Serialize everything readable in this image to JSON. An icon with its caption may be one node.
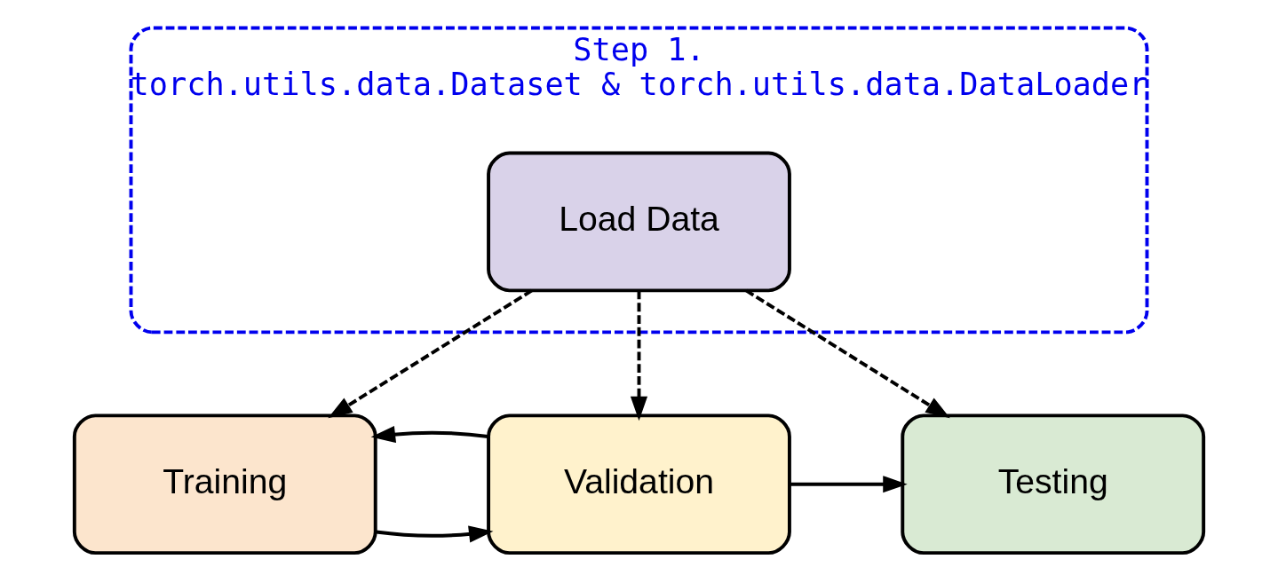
{
  "diagram": {
    "nodes": [
      {
        "text": [
          "Step 1.",
          "torch.utils.data.Dataset & torch.utils.data.DataLoader"
        ]
      },
      {
        "text": [
          "Load Data"
        ],
        "in": 0
      },
      {
        "text": [
          "Training"
        ]
      },
      {
        "text": [
          "Validation"
        ]
      },
      {
        "text": [
          "Testing"
        ]
      }
    ],
    "edges": [
      {
        "from": 1,
        "to": 2,
        "arrow": "to",
        "style": "dashed"
      },
      {
        "from": 1,
        "to": 3,
        "arrow": "to",
        "style": "dashed"
      },
      {
        "from": 1,
        "to": 4,
        "arrow": "to",
        "style": "dashed"
      },
      {
        "from": 2,
        "to": 3,
        "arrow": "to"
      },
      {
        "from": 3,
        "to": 2,
        "arrow": "to"
      },
      {
        "from": 3,
        "to": 4,
        "arrow": "to"
      }
    ]
  }
}
